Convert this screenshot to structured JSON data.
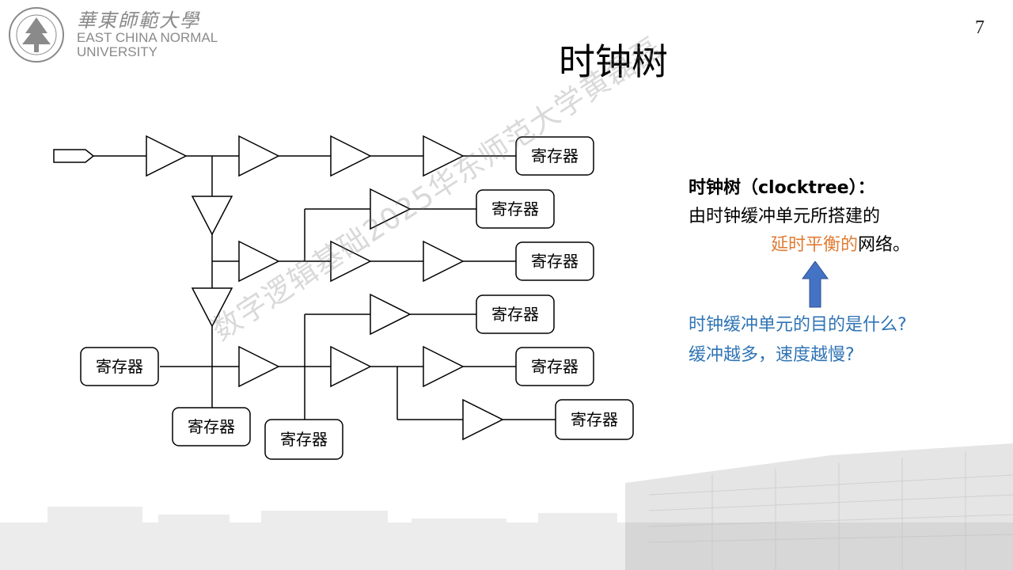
{
  "header": {
    "logo_cn": "華東師範大學",
    "logo_en_line1": "EAST CHINA NORMAL",
    "logo_en_line2": "UNIVERSITY",
    "page_number": "7"
  },
  "slide": {
    "title": "时钟树"
  },
  "diagram": {
    "register_label": "寄存器"
  },
  "definition": {
    "term": "时钟树（clocktree）：",
    "line1": "由时钟缓冲单元所搭建的",
    "highlight": "延时平衡的",
    "line2_rest": "网络。"
  },
  "questions": {
    "q1": "时钟缓冲单元的目的是什么?",
    "q2": "缓冲越多，速度越慢?"
  },
  "watermark": {
    "text": "数字逻辑基础2025华东师范大学黄磊磊"
  },
  "colors": {
    "highlight": "#e07b32",
    "question": "#2f74b5",
    "arrow": "#4472c4"
  }
}
